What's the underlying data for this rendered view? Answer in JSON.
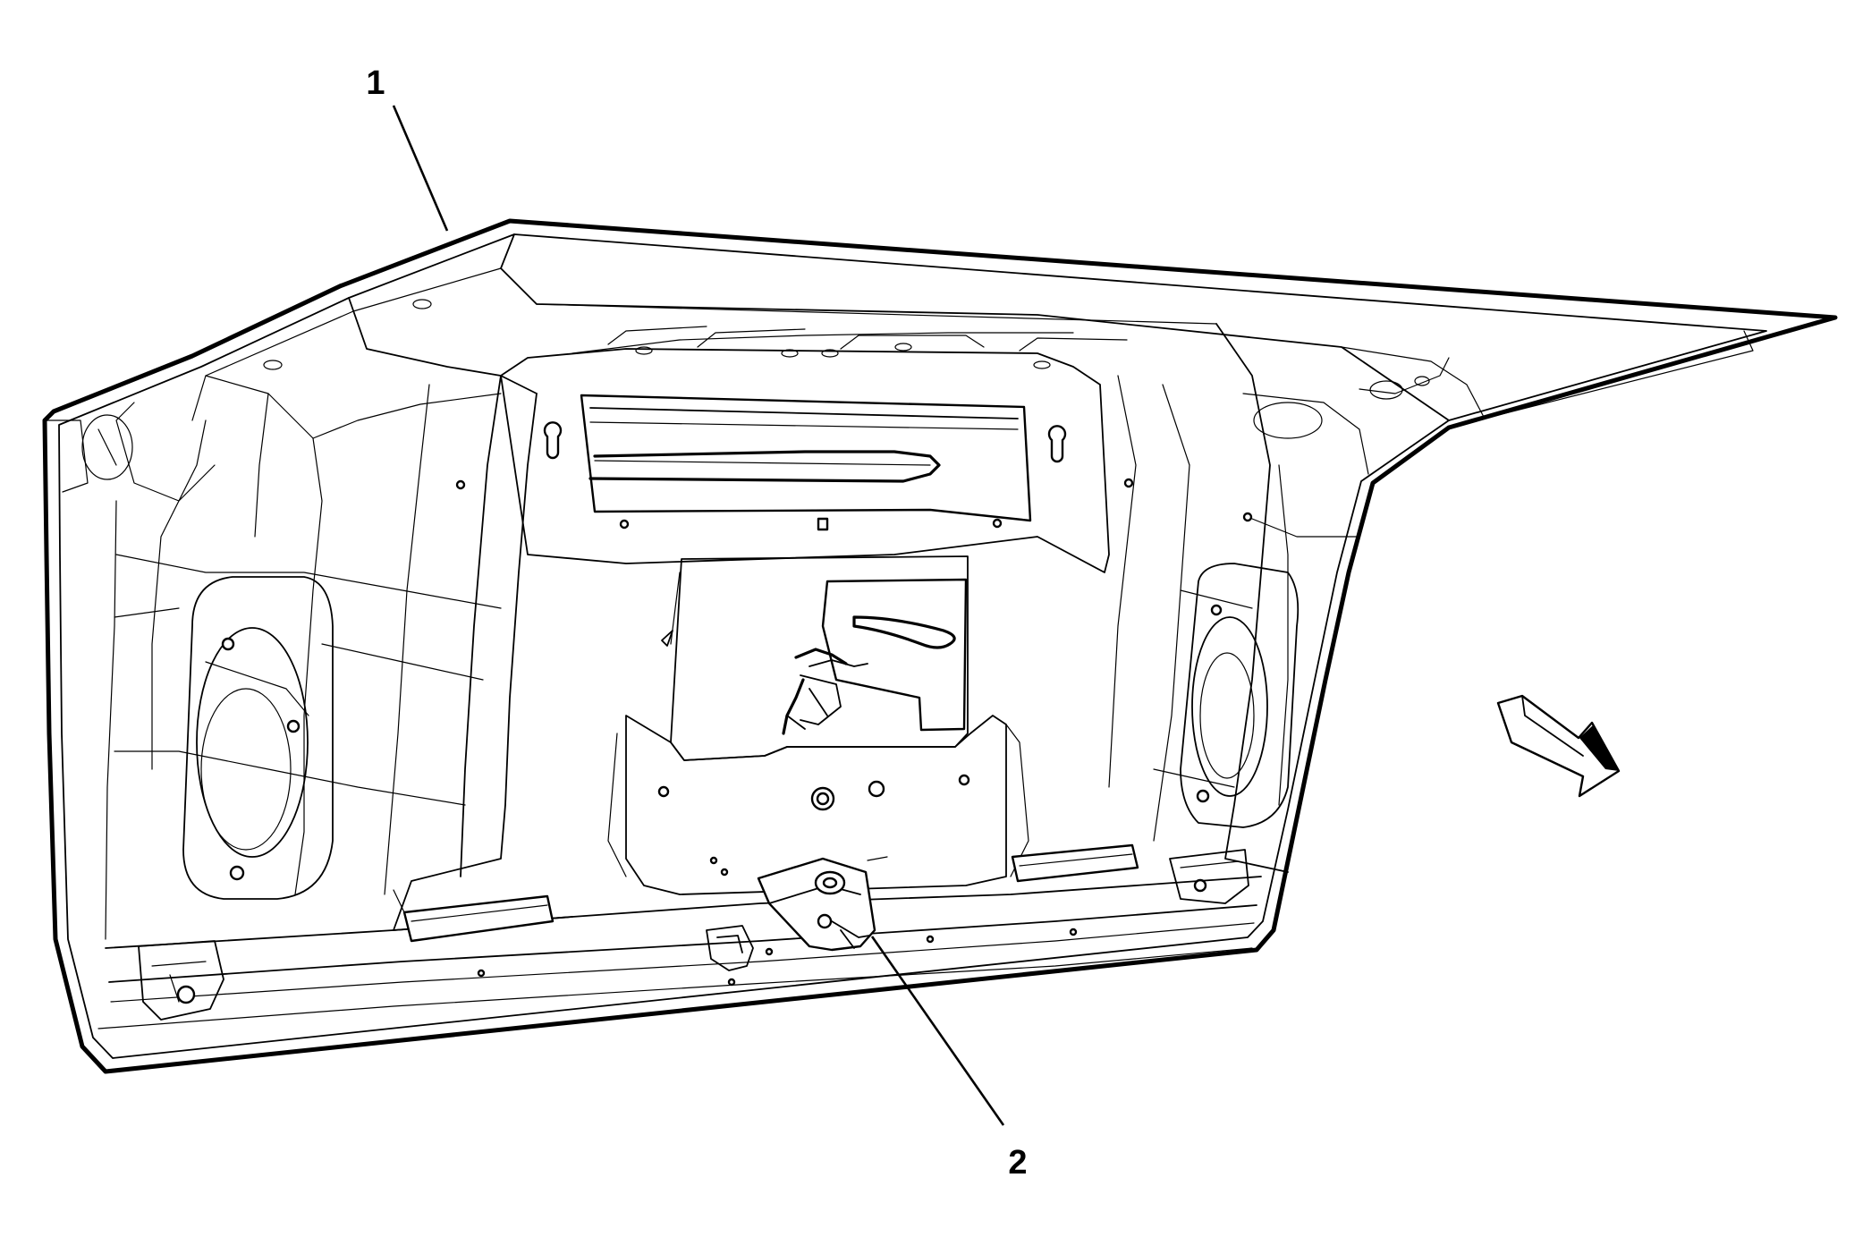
{
  "figure": {
    "callouts": [
      {
        "label": "1",
        "part": "deck-lid-panel"
      },
      {
        "label": "2",
        "part": "deck-lid-latch"
      }
    ],
    "arrow": {
      "icon": "direction-arrow-icon",
      "meaning": "front-of-vehicle"
    },
    "colors": {
      "line": "#000000",
      "background": "#ffffff"
    }
  }
}
